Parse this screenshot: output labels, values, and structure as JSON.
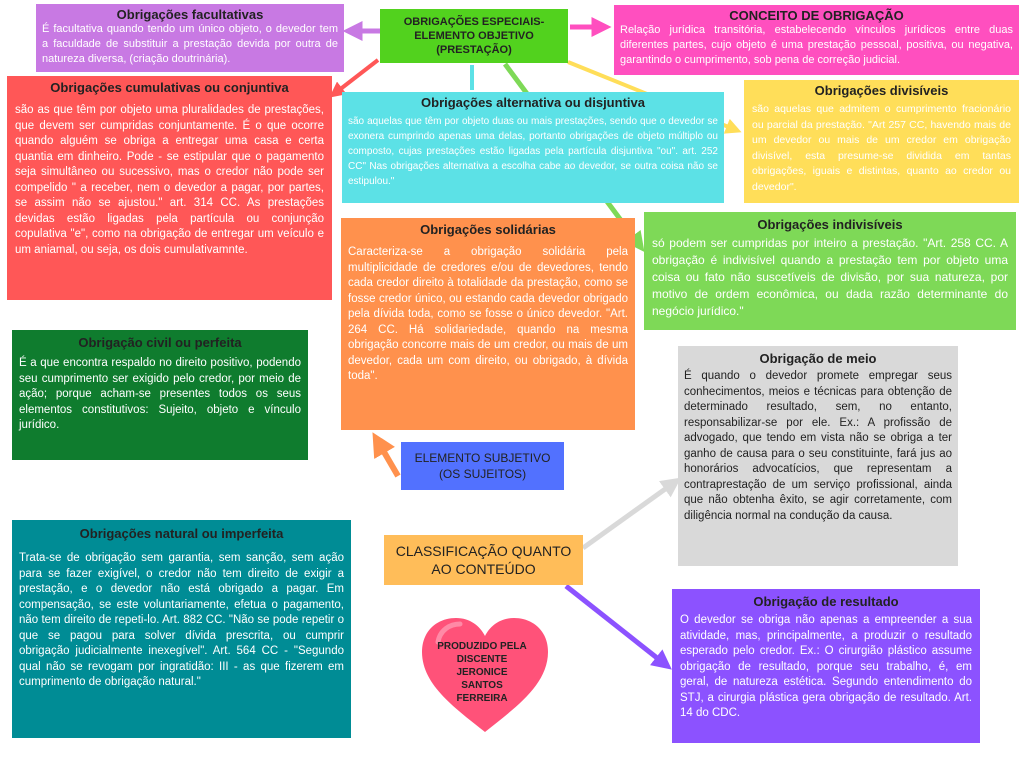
{
  "colors": {
    "purple_light": "#c879e3",
    "green_bright": "#52d21e",
    "pink": "#ff4fbf",
    "red": "#ff5757",
    "cyan": "#5ce1e6",
    "yellow": "#ffde59",
    "orange": "#ff914d",
    "green_light": "#7ed957",
    "green_dark": "#0f7c2e",
    "gray": "#d9d9d9",
    "blue": "#5271ff",
    "teal": "#008c95",
    "orange_light": "#ffbd59",
    "violet": "#8c52ff",
    "heart": "#ff5279"
  },
  "facultativas": {
    "title": "Obrigações facultativas",
    "text": "É facultativa quando tendo um único objeto, o devedor tem a faculdade de substituir a prestação devida por outra de natureza diversa, (criação doutrinária)."
  },
  "especiais": {
    "title": "OBRIGAÇÕES ESPECIAIS- ELEMENTO OBJETIVO (PRESTAÇÃO)"
  },
  "conceito": {
    "title": "CONCEITO DE OBRIGAÇÃO",
    "text": "Relação jurídica transitória, estabelecendo vínculos jurídicos  entre duas diferentes partes, cujo objeto é uma prestação pessoal, positiva, ou negativa, garantindo o cumprimento, sob pena de correção judicial."
  },
  "cumulativas": {
    "title": "Obrigações cumulativas ou conjuntiva",
    "text": "são as que têm por objeto uma pluralidades de prestações, que devem ser cumpridas conjuntamente. É o que ocorre quando alguém se obriga a entregar uma casa e certa quantia em dinheiro. Pode - se estipular que o pagamento seja simultâneo ou sucessivo, mas o credor não pode ser compelido \" a receber, nem o devedor a pagar, por partes, se assim não se ajustou.\" art. 314 CC. As prestações devidas estão ligadas pela partícula ou conjunção copulativa \"e\", como na obrigação de entregar um veículo e um aniamal, ou seja, os dois cumulativamnte."
  },
  "alternativa": {
    "title": "Obrigações alternativa ou disjuntiva",
    "text": "são aquelas que têm por objeto duas ou mais prestações, sendo que o devedor se exonera  cumprindo apenas uma delas, portanto obrigações de objeto múltiplo ou composto, cujas prestações estão ligadas pela partícula disjuntiva \"ou\". art. 252 CC\" Nas obrigações alternativa a escolha cabe ao devedor, se outra coisa não se estipulou.\""
  },
  "divisiveis": {
    "title": "Obrigações divisíveis",
    "text": "são aquelas que admitem o cumprimento fracionário ou parcial da prestação. \"Art 257 CC, havendo mais de um devedor ou mais de um credor em obrigação divisível, esta presume-se dividida em tantas obrigações, iguais e distintas, quanto ao credor ou devedor\"."
  },
  "solidarias": {
    "title": "Obrigações solidárias",
    "text": "Caracteriza-se a obrigação solidária pela multiplicidade de credores e/ou de devedores, tendo cada credor direito à totalidade da prestação, como se fosse credor único, ou estando cada devedor obrigado pela dívida toda, como se fosse o único devedor. \"Art. 264 CC. Há solidariedade, quando na mesma obrigação concorre mais de um credor, ou mais de um devedor, cada um com direito, ou obrigado, à dívida toda\"."
  },
  "indivisiveis": {
    "title": "Obrigações indivisíveis",
    "text": "só podem ser cumpridas por inteiro a prestação. \"Art. 258 CC. A obrigação é indivisível quando a prestação tem por objeto  uma coisa ou fato não suscetíveis de divisão, por sua natureza, por motivo de ordem econômica, ou dada razão determinante  do negócio jurídico.\""
  },
  "civil": {
    "title": "Obrigação civil ou perfeita",
    "text": "É a que encontra respaldo no direito positivo, podendo seu cumprimento ser exigido pelo credor, por meio de ação; porque acham-se presentes todos os seus elementos constitutivos: Sujeito, objeto e vínculo jurídico."
  },
  "meio": {
    "title": "Obrigação de meio",
    "text": "É quando o devedor promete empregar seus conhecimentos, meios e técnicas para obtenção de determinado resultado, sem, no entanto, responsabilizar-se por ele. Ex.: A profissão de advogado, que tendo em vista não se obriga a ter ganho de causa para o seu constituinte, fará jus ao honorários advocatícios, que representam a contraprestação de um serviço profissional, ainda que não obtenha êxito, se agir corretamente, com diligência normal na condução da causa."
  },
  "subjetivo": {
    "title": "ELEMENTO SUBJETIVO (OS SUJEITOS)"
  },
  "natural": {
    "title": "Obrigações natural ou imperfeita",
    "text": "Trata-se de obrigação sem garantia, sem sanção, sem ação para se fazer exigível, o credor não tem direito de exigir a prestação, e o devedor não está obrigado a pagar. Em compensação, se este voluntariamente, efetua o pagamento, não tem direito de repeti-lo. Art. 882 CC. \"Não se pode repetir o que se pagou para solver dívida prescrita, ou cumprir obrigação judicialmente inexegível\". Art. 564 CC - \"Segundo qual  não se revogam por ingratidão:  III - as que fizerem em cumprimento de obrigação natural.\""
  },
  "classificacao": {
    "title": "CLASSIFICAÇÃO QUANTO AO CONTEÚDO"
  },
  "resultado": {
    "title": "Obrigação de resultado",
    "text": "O devedor se obriga não apenas a empreender a sua atividade, mas, principalmente, a produzir o resultado esperado pelo credor. Ex.: O cirurgião plástico assume obrigação de resultado, porque seu trabalho, é, em geral, de natureza estética. Segundo entendimento do STJ, a cirurgia plástica gera obrigação de resultado. Art. 14 do CDC."
  },
  "heart": {
    "text": "PRODUZIDO PELA DISCENTE JERONICE SANTOS FERREIRA"
  }
}
